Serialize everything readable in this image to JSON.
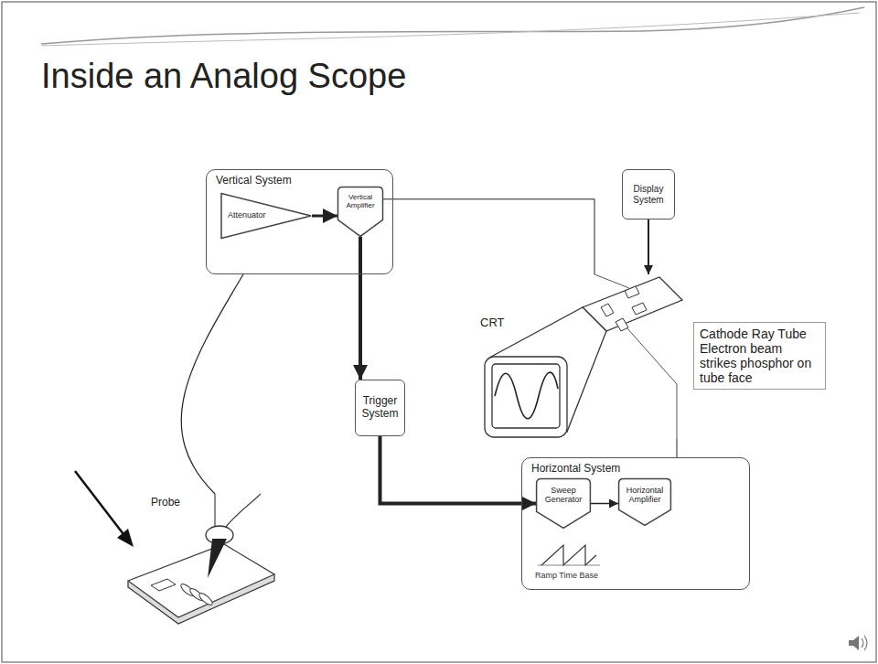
{
  "diagram": {
    "title": "Inside an Analog Scope",
    "nodes": [
      {
        "text": [
          "Vertical System"
        ]
      },
      {
        "text": [
          "Attenuator"
        ],
        "in": 0
      },
      {
        "text": [
          "Vertical Amplifier"
        ],
        "in": 0
      },
      {
        "text": [
          "Display System"
        ]
      },
      {
        "text": [
          "CRT"
        ]
      },
      {
        "text": [
          "Cathode Ray Tube Electron beam strikes phosphor on tube face"
        ]
      },
      {
        "text": [
          "Trigger System"
        ]
      },
      {
        "text": [
          "Probe"
        ]
      },
      {
        "text": [
          "Horizontal System"
        ]
      },
      {
        "text": [
          "Sweep Generator"
        ],
        "in": 8
      },
      {
        "text": [
          "Horizontal Amplifier"
        ],
        "in": 8
      }
    ],
    "edges": [
      {
        "from": 1,
        "to": 2,
        "arrow": "to"
      },
      {
        "from": 2,
        "to": 6,
        "arrow": "to"
      },
      {
        "from": 6,
        "to": 9,
        "arrow": "to"
      },
      {
        "from": 9,
        "to": 10,
        "arrow": "to"
      },
      {
        "from": 3,
        "to": 4,
        "arrow": "to"
      },
      {
        "from": 2,
        "to": 4,
        "arrow": "none"
      },
      {
        "from": 8,
        "to": 4,
        "arrow": "none"
      },
      {
        "from": 7,
        "to": 0,
        "arrow": "none"
      }
    ],
    "labels": [
      "Ramp Time Base"
    ]
  }
}
